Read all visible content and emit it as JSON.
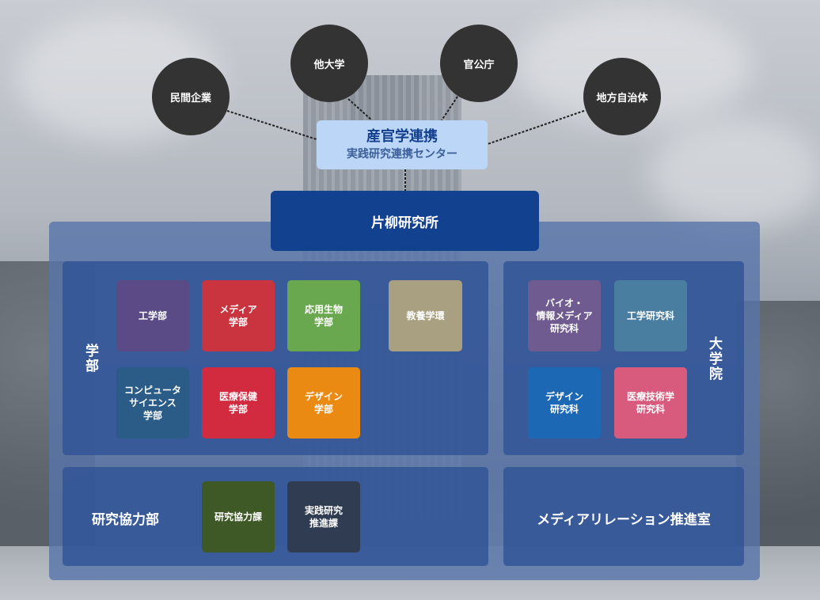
{
  "partners": [
    {
      "label": "民間企業"
    },
    {
      "label": "他大学"
    },
    {
      "label": "官公庁"
    },
    {
      "label": "地方自治体"
    }
  ],
  "hub": {
    "title": "産官学連携",
    "subtitle": "実践研究連携センター"
  },
  "institute": {
    "label": "片柳研究所"
  },
  "faculties": {
    "heading": "学部",
    "items": [
      {
        "label": "工学部",
        "color": "#5a4b87"
      },
      {
        "label": "メディア\n学部",
        "color": "#c9343e"
      },
      {
        "label": "応用生物\n学部",
        "color": "#6aa84f"
      },
      {
        "label": "教養学環",
        "color": "#a9a081"
      },
      {
        "label": "コンピュータ\nサイエンス\n学部",
        "color": "#2b5c87"
      },
      {
        "label": "医療保健\n学部",
        "color": "#d22b3f"
      },
      {
        "label": "デザイン\n学部",
        "color": "#ea8a12"
      }
    ]
  },
  "graduate": {
    "heading": "大学院",
    "items": [
      {
        "label": "バイオ・\n情報メディア\n研究科",
        "color": "#6f5b8f"
      },
      {
        "label": "工学研究科",
        "color": "#4a7ea0"
      },
      {
        "label": "デザイン\n研究科",
        "color": "#1d68b4"
      },
      {
        "label": "医療技術学\n研究科",
        "color": "#d85b7e"
      }
    ]
  },
  "research": {
    "heading": "研究協力部",
    "items": [
      {
        "label": "研究協力課",
        "color": "#3e5826"
      },
      {
        "label": "実践研究\n推進課",
        "color": "#303c52"
      }
    ]
  },
  "media_office": {
    "label": "メディアリレーション推進室"
  }
}
